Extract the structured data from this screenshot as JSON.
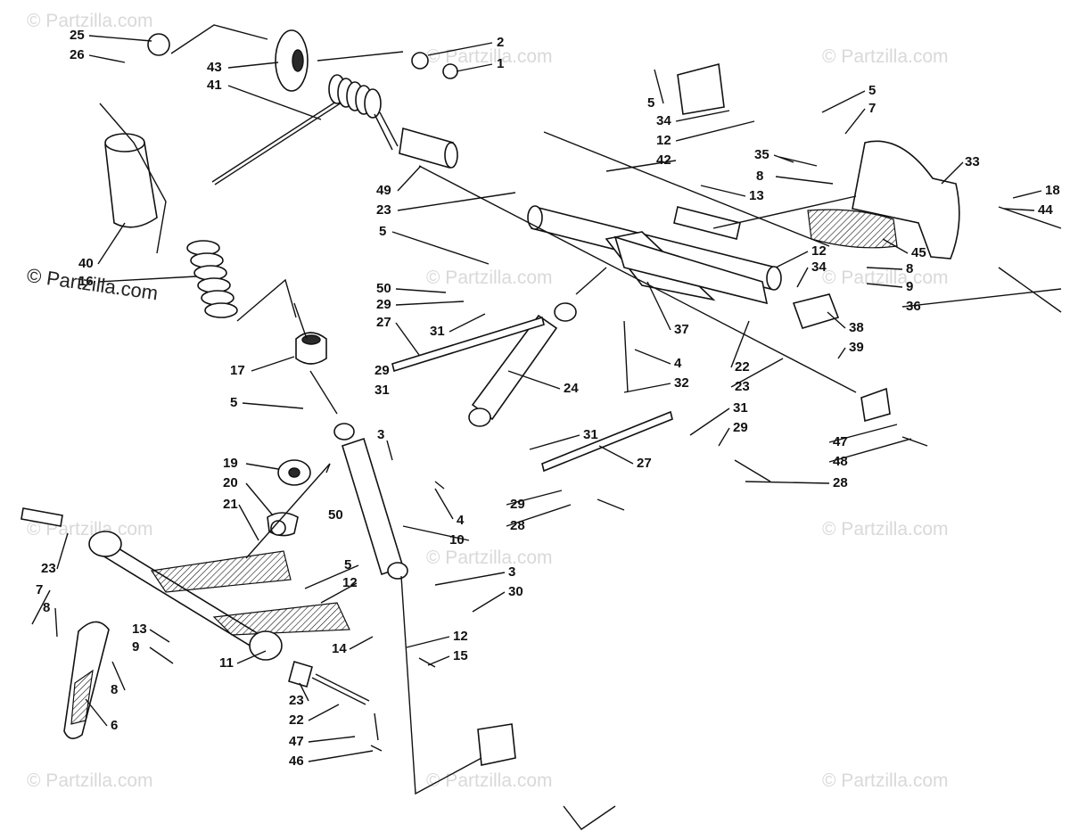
{
  "watermark": {
    "text": "© Partzilla.com",
    "main_text": "© Partzilla.com"
  },
  "callouts": {
    "c25": "25",
    "c26": "26",
    "c43": "43",
    "c41": "41",
    "c2": "2",
    "c1": "1",
    "c40": "40",
    "c16": "16",
    "c49": "49",
    "c23a": "23",
    "c5a": "5",
    "c50a": "50",
    "c29a": "29",
    "c27a": "27",
    "c31a": "31",
    "c29b": "29",
    "c31b": "31",
    "c17": "17",
    "c5b": "5",
    "c3a": "3",
    "c19": "19",
    "c20": "20",
    "c21": "21",
    "c4a": "4",
    "c50b": "50",
    "c10": "10",
    "c5c": "5",
    "c12a": "12",
    "c3b": "3",
    "c30": "30",
    "c23b": "23",
    "c7a": "7",
    "c8a": "8",
    "c13a": "13",
    "c9a": "9",
    "c8b": "8",
    "c11": "11",
    "c14": "14",
    "c12b": "12",
    "c15": "15",
    "c6": "6",
    "c23c": "23",
    "c22a": "22",
    "c47a": "47",
    "c46": "46",
    "c5d": "5",
    "c34a": "34",
    "c12c": "12",
    "c42": "42",
    "c35": "35",
    "c5e": "5",
    "c7b": "7",
    "c8c": "8",
    "c13b": "13",
    "c33": "33",
    "c18": "18",
    "c44": "44",
    "c45": "45",
    "c12d": "12",
    "c34b": "34",
    "c8d": "8",
    "c9b": "9",
    "c36": "36",
    "c37": "37",
    "c38": "38",
    "c39": "39",
    "c4b": "4",
    "c32": "32",
    "c22b": "22",
    "c23d": "23",
    "c24": "24",
    "c31c": "31",
    "c31d": "31",
    "c29c": "29",
    "c27b": "27",
    "c29d": "29",
    "c28a": "28",
    "c47b": "47",
    "c48": "48",
    "c28b": "28"
  }
}
